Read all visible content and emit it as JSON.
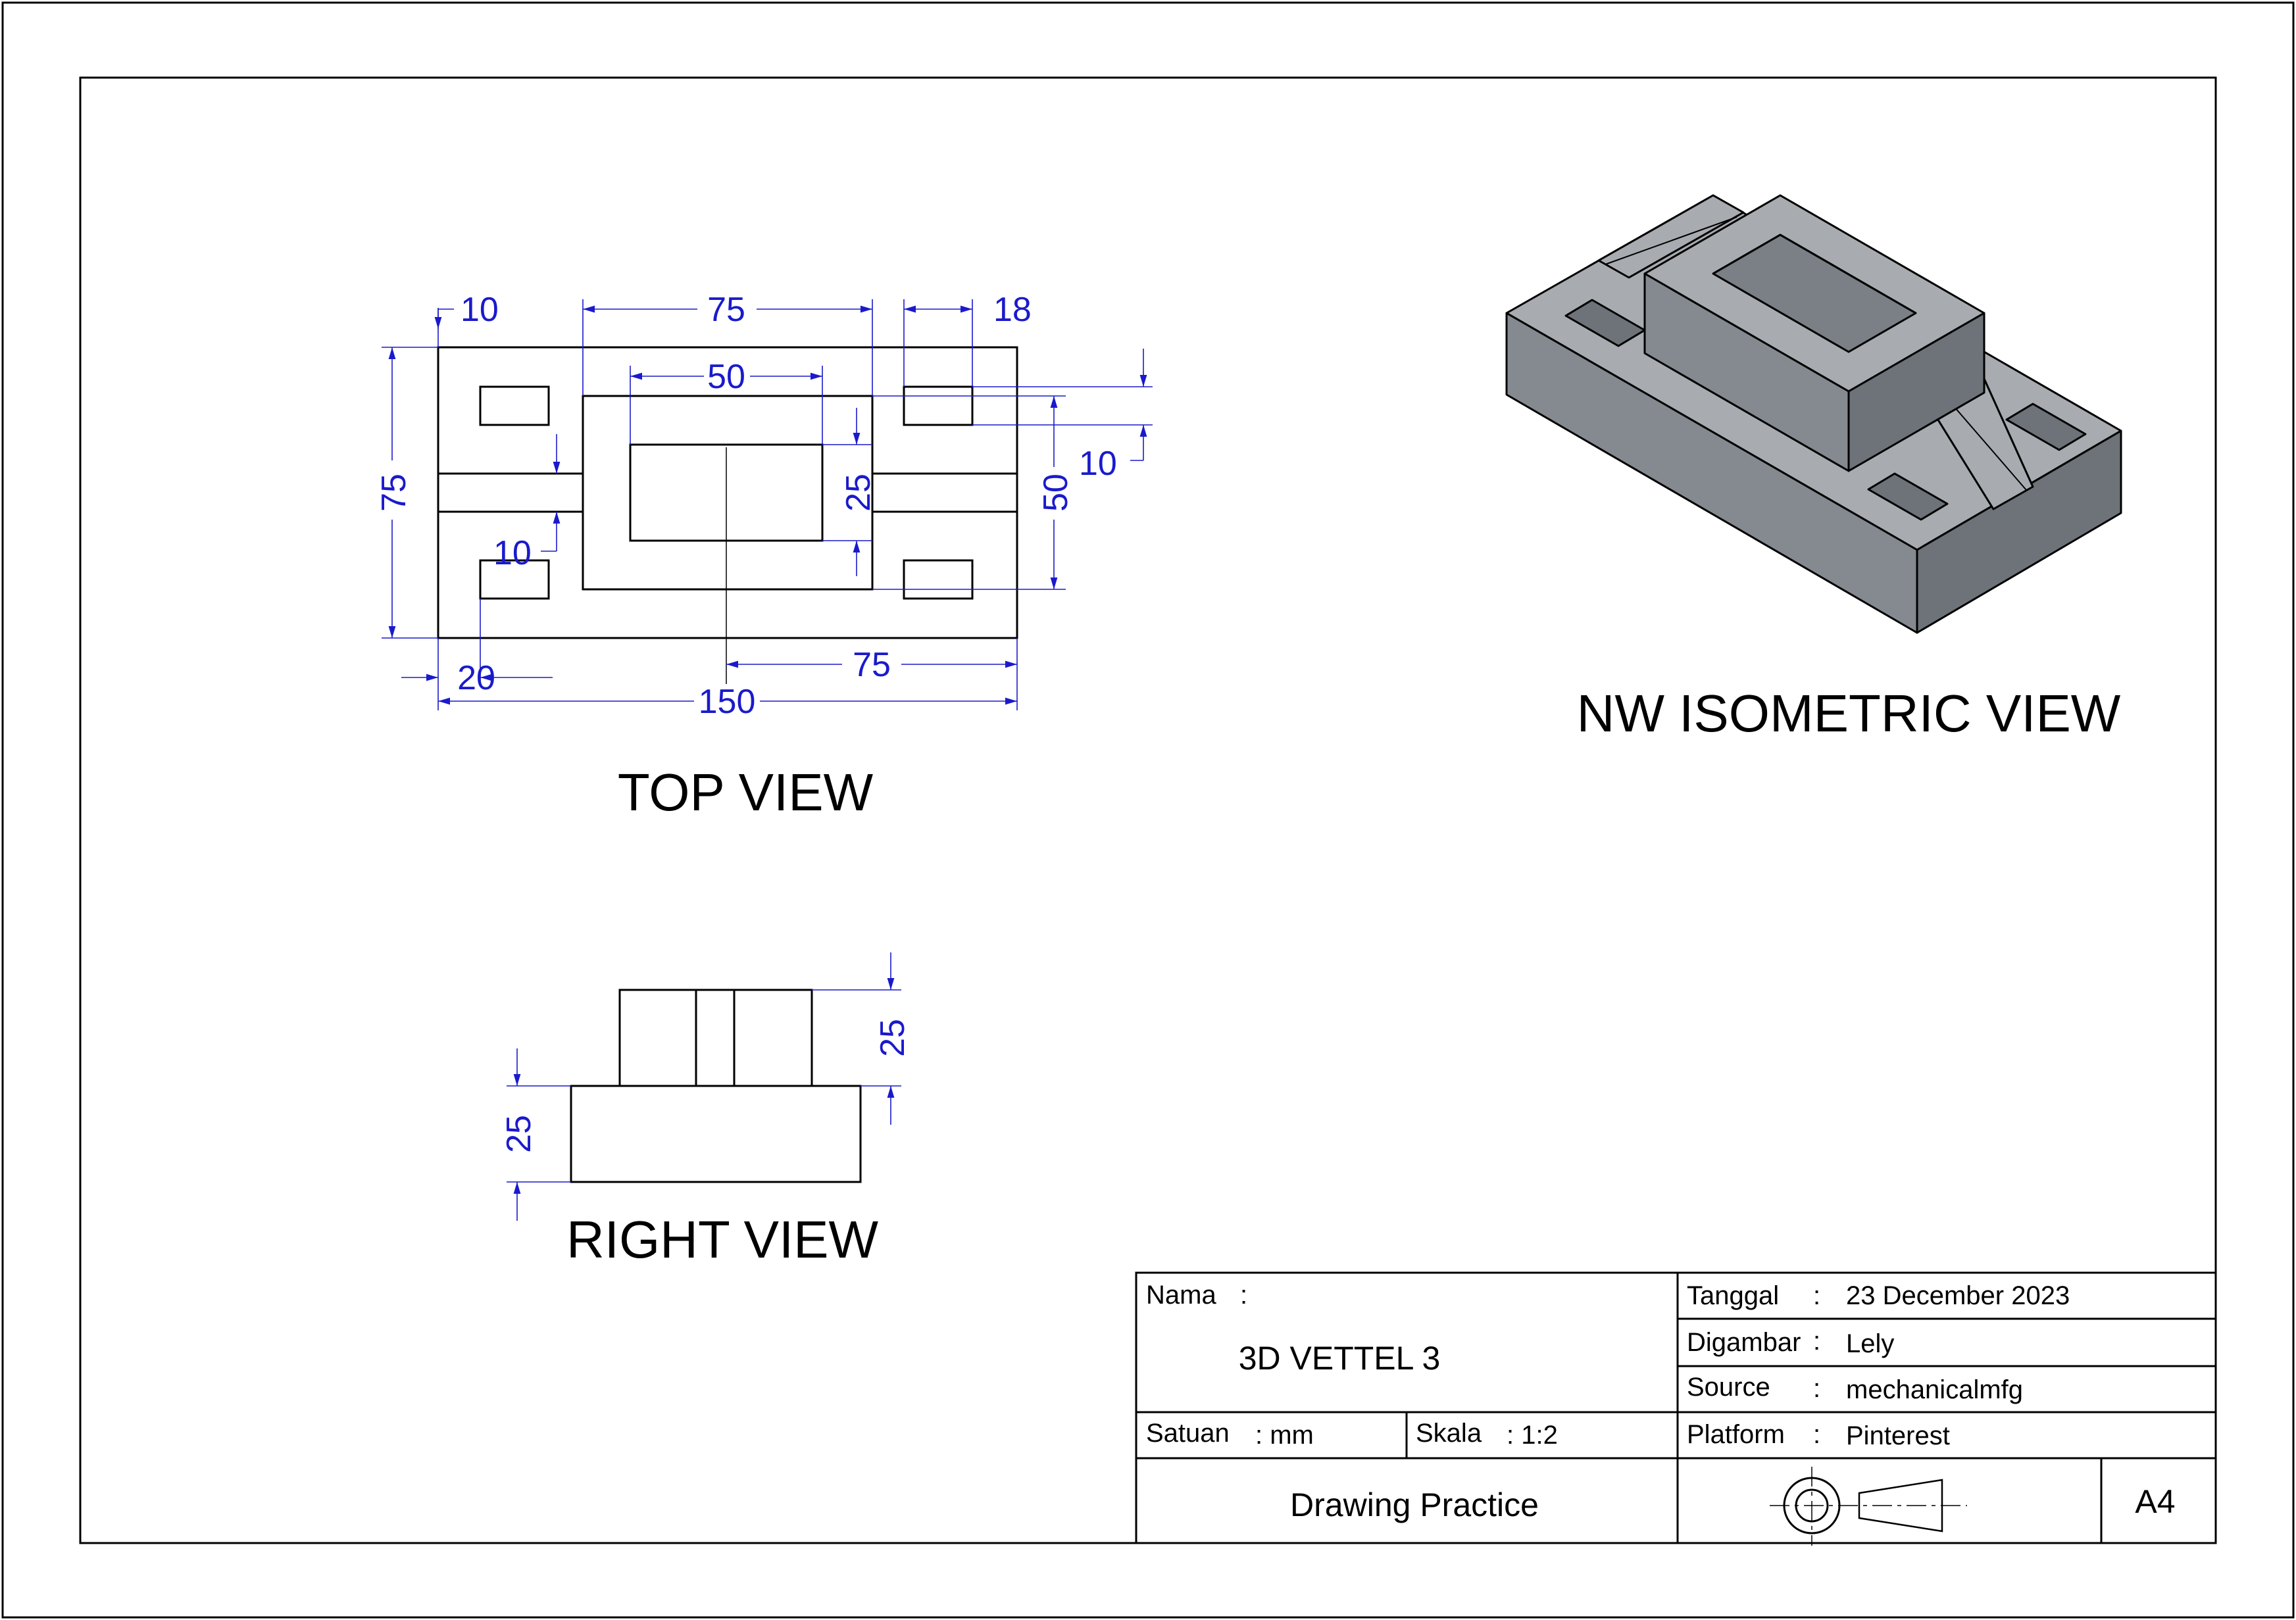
{
  "views": {
    "top": "TOP VIEW",
    "right": "RIGHT VIEW",
    "iso": "NW  ISOMETRIC VIEW"
  },
  "dimensions": {
    "top": {
      "d10_top": "10",
      "d75_top": "75",
      "d18": "18",
      "d50_inner": "50",
      "d75_left": "75",
      "d25_mid": "25",
      "d50_right": "50",
      "d10_right": "10",
      "d10_inner": "10",
      "d20": "20",
      "d75_bottom": "75",
      "d150": "150"
    },
    "right": {
      "d25_upper": "25",
      "d25_lower": "25"
    }
  },
  "title_block": {
    "nama_label": "Nama",
    "nama_sep": ":",
    "nama_value": "3D VETTEL 3",
    "satuan_label": "Satuan",
    "satuan_value": ": mm",
    "skala_label": "Skala",
    "skala_value": ": 1:2",
    "footer_left": "Drawing Practice",
    "tanggal_label": "Tanggal",
    "tanggal_value": "23 December 2023",
    "digambar_label": "Digambar",
    "digambar_value": "Lely",
    "source_label": "Source",
    "source_value": "mechanicalmfg",
    "platform_label": "Platform",
    "platform_value": "Pinterest",
    "sep": ":",
    "paper_size": "A4"
  },
  "colors": {
    "dimension": "#1a1acc",
    "line": "#000000",
    "iso_top": "#a8abaf",
    "iso_left": "#858a90",
    "iso_right": "#6d7379"
  }
}
